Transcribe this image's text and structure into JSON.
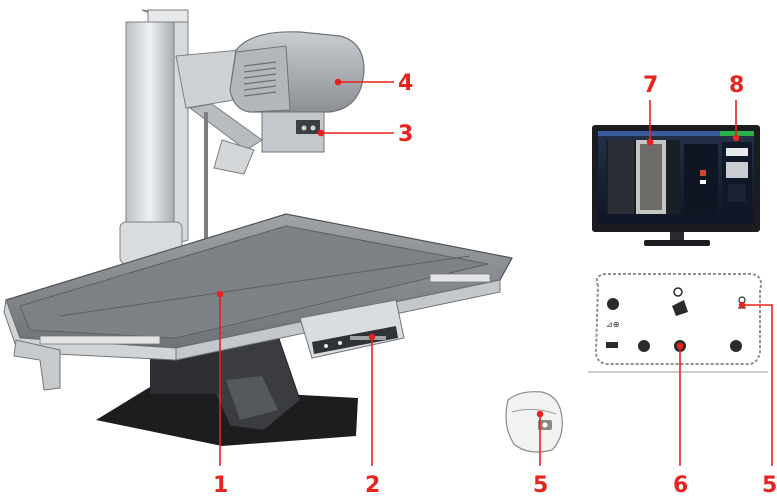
{
  "accent_color": "#e8221c",
  "callouts": [
    {
      "id": "1",
      "text": "1"
    },
    {
      "id": "2",
      "text": "2"
    },
    {
      "id": "3",
      "text": "3"
    },
    {
      "id": "4",
      "text": "4"
    },
    {
      "id": "5a",
      "text": "5"
    },
    {
      "id": "5b",
      "text": "5"
    },
    {
      "id": "6",
      "text": "6"
    },
    {
      "id": "7",
      "text": "7"
    },
    {
      "id": "8",
      "text": "8"
    }
  ],
  "components": {
    "xray-system": "x-ray-table-system-illustration",
    "monitor": "monitor-icon",
    "control-panel": "control-panel-icon",
    "foot-switch": "foot-switch-icon"
  }
}
